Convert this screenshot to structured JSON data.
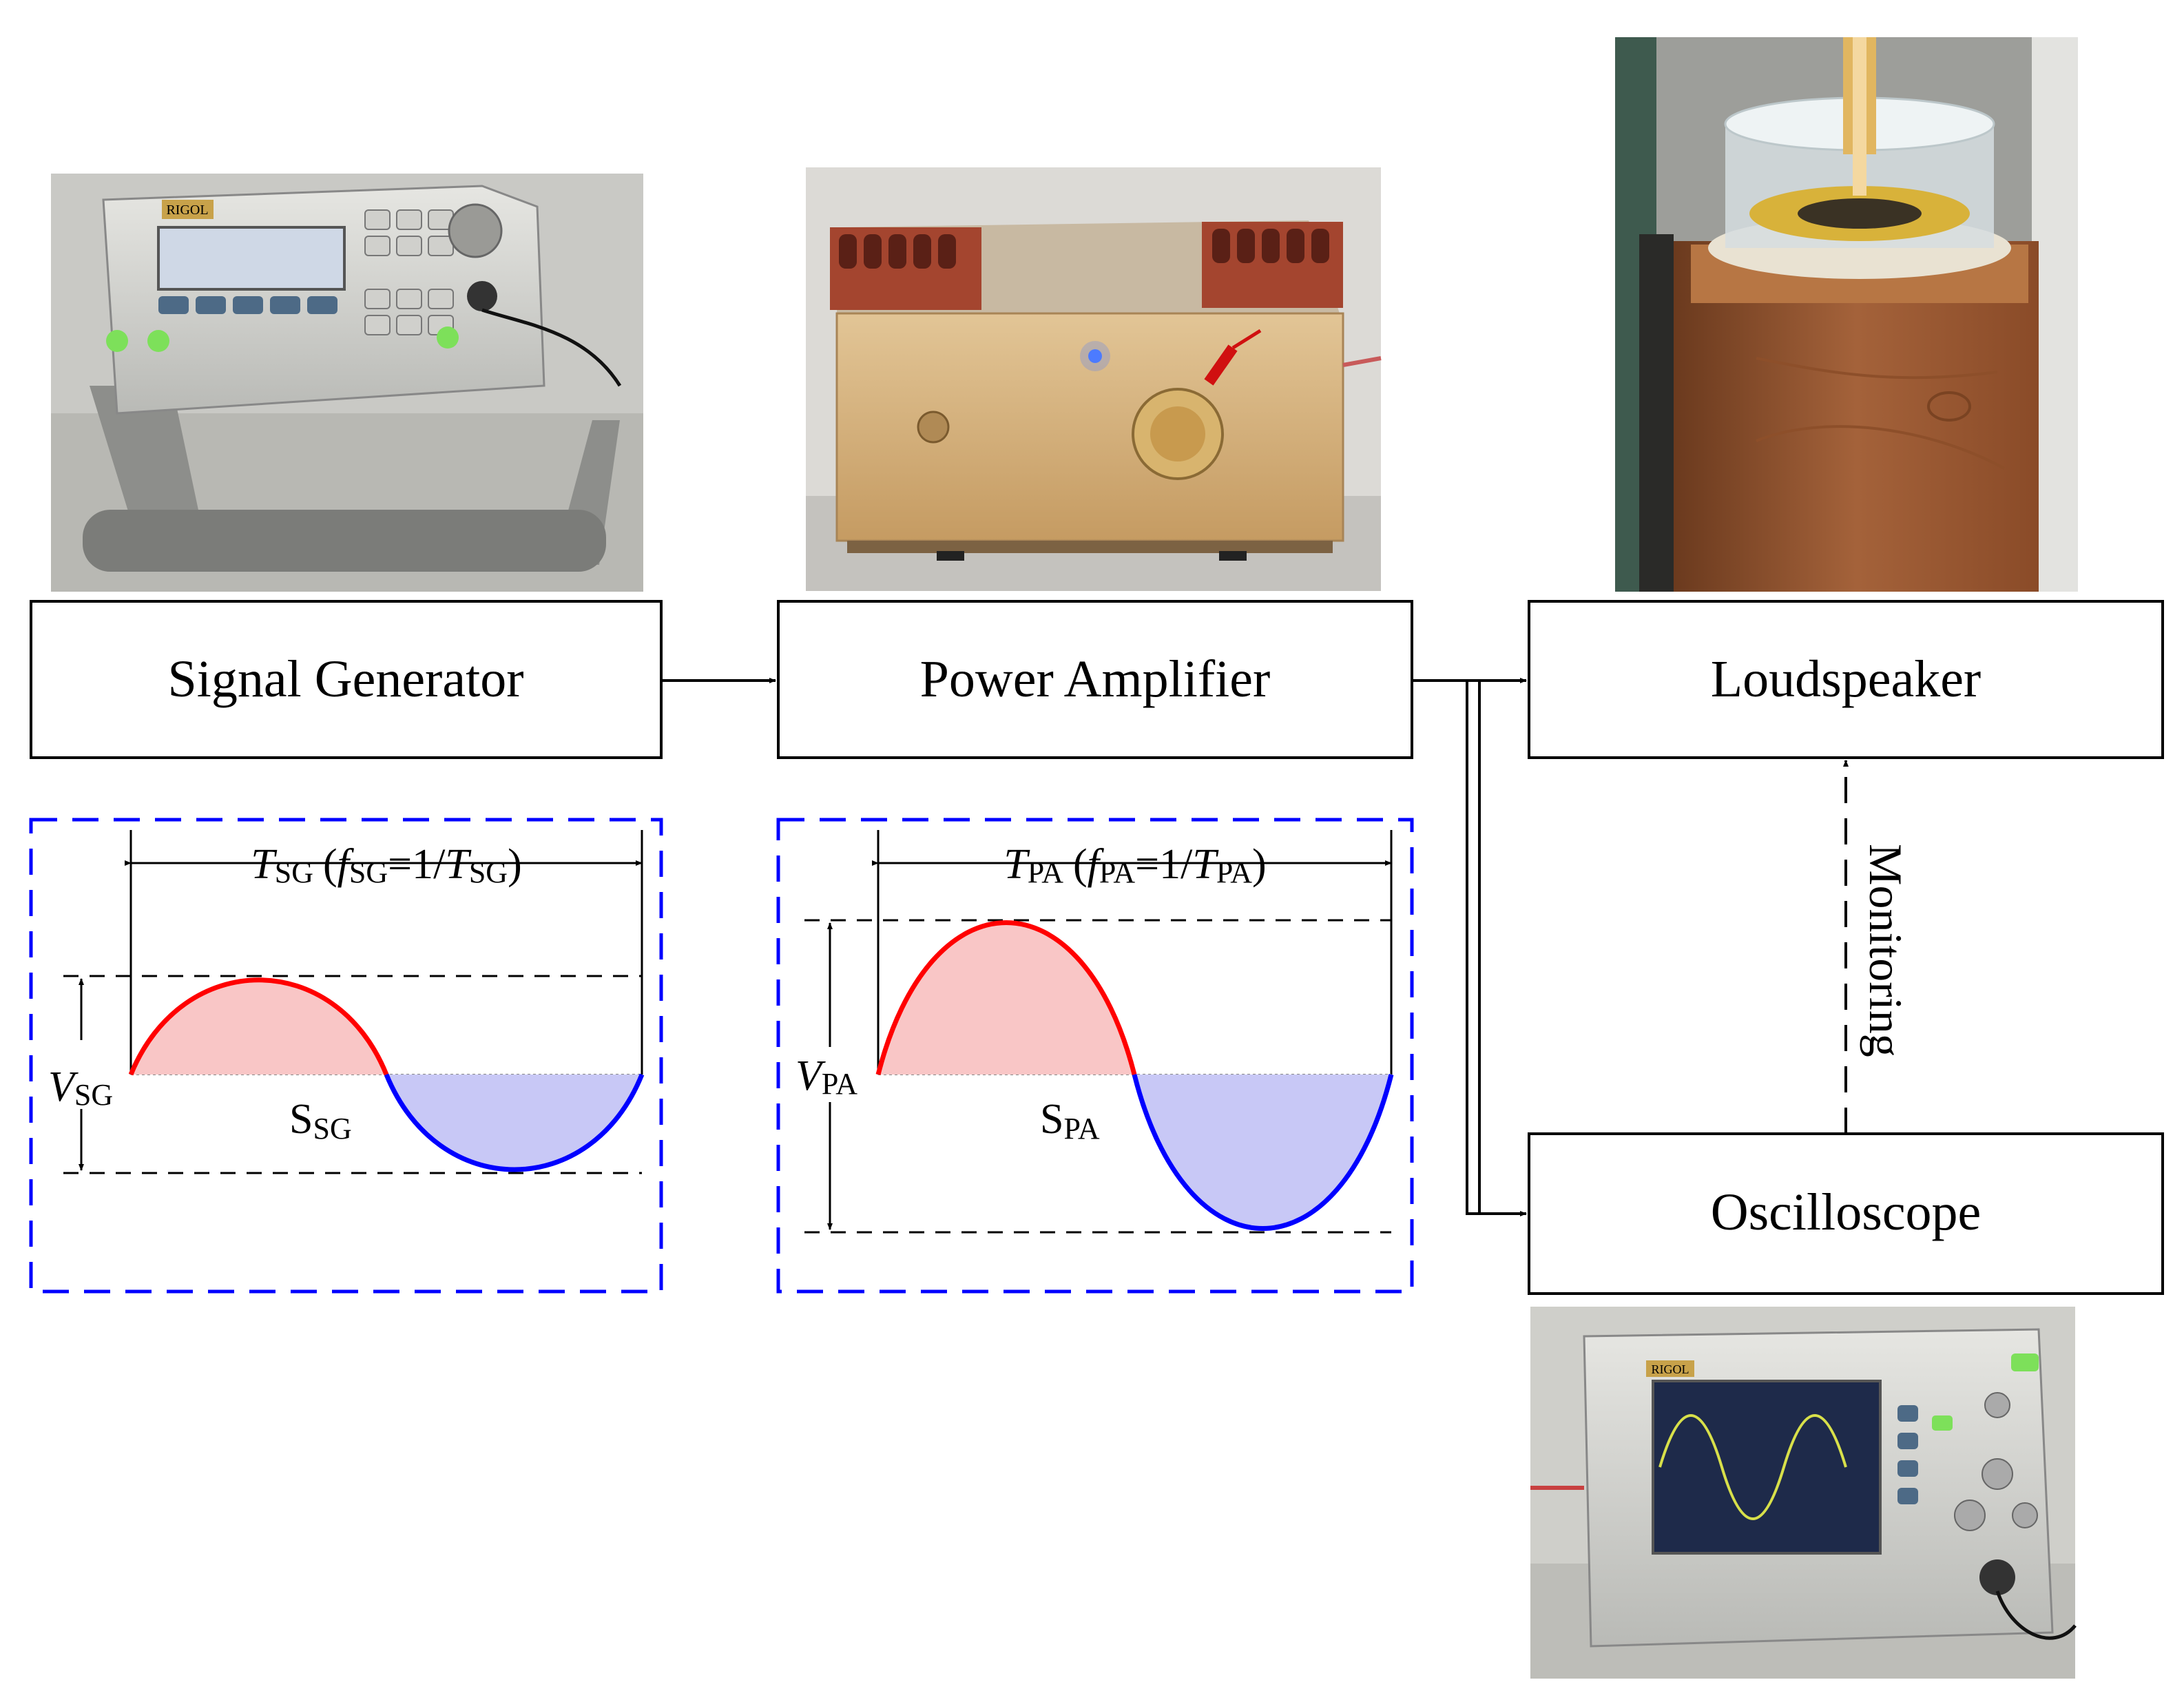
{
  "blocks": {
    "signal_generator": "Signal Generator",
    "power_amplifier": "Power Amplifier",
    "loudspeaker": "Loudspeaker",
    "oscilloscope": "Oscilloscope"
  },
  "connections": {
    "monitoring_label": "Monitoring"
  },
  "photos": {
    "generator_brand": "RIGOL",
    "oscilloscope_brand": "RIGOL"
  },
  "waveforms": {
    "sg": {
      "period_symbol": "T",
      "period_sub": "SG",
      "freq_open": "(",
      "freq_symbol": "f",
      "freq_sub": "SG",
      "freq_eq": "=1/",
      "freq_T": "T",
      "freq_T_sub": "SG",
      "freq_close": ")",
      "voltage_symbol": "V",
      "voltage_sub": "SG",
      "area_symbol": "S",
      "area_sub": "SG",
      "amplitude_relative": 1.0
    },
    "pa": {
      "period_symbol": "T",
      "period_sub": "PA",
      "freq_open": "(",
      "freq_symbol": "f",
      "freq_sub": "PA",
      "freq_eq": "=1/",
      "freq_T": "T",
      "freq_T_sub": "PA",
      "freq_close": ")",
      "voltage_symbol": "V",
      "voltage_sub": "PA",
      "area_symbol": "S",
      "area_sub": "PA",
      "amplitude_relative": 1.6
    }
  },
  "colors": {
    "positive_half": "#ff0000",
    "positive_fill": "#f9c6c6",
    "negative_half": "#0000ff",
    "negative_fill": "#c8c8f6",
    "dashed_frame": "#0000ff"
  }
}
